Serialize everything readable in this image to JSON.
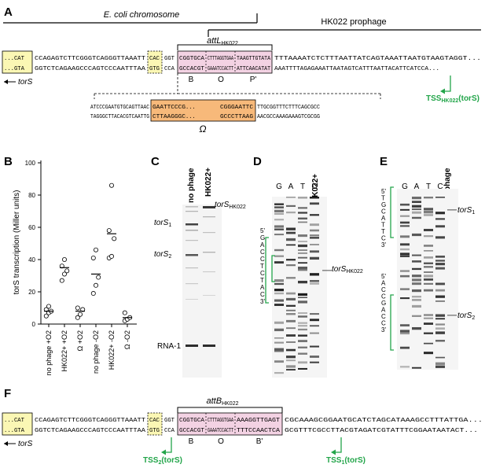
{
  "colors": {
    "yellow": "#fbf7b4",
    "pink": "#f3d2e3",
    "orange": "#f7b97a",
    "green": "#23a54a",
    "gel_band": "#2f2f2f"
  },
  "panelA": {
    "letter": "A",
    "ecoli_label": "E. coli chromosome",
    "prophage_label": "HK022 prophage",
    "att_label": "attL",
    "att_sub": "HK022",
    "top_left_yellow": "...CAT",
    "top_seq1": "CCAGAGTCTTCGGGTCAGGGTTAAATT",
    "top_cac": "CAC",
    "top_ggt": "GGT",
    "top_pink1": "CGGTGCA",
    "top_pink2": "CTTTAGGTGAA",
    "top_pink3": "TAAGTTGTATA",
    "top_tail": "TTTAAAATCTCTTTAATTATCAGTAAATTAATGTAAGTAGGT...",
    "bot_left_yellow": "...GTA",
    "bot_seq1": "GGTCTCAGAAGCCCAGTCCCAATTTAA",
    "bot_gtg": "GTG",
    "bot_cca": "CCA",
    "bot_pink1": "GCCACGT",
    "bot_pink2": "GAAATCCACTT",
    "bot_pink3": "ATTCAACATAT",
    "bot_tail": "AAATTTTAGAGAAATTAATAGTCATTTAATTACATTCATCCA...",
    "label_B": "B",
    "label_O": "O",
    "label_P": "P'",
    "gene_left": "torS",
    "tss_label": "TSS",
    "tss_sub": "HK022",
    "tss_gene": "(torS)",
    "omega_top_left": "ATCCCGAATGTGCAGTTAAC",
    "omega_top_orange1": "GAATTCCCG",
    "omega_top_orange2": "CGGGAATTC",
    "omega_top_right": "TTGCGGTTTCTTTCAGCGCC",
    "omega_bot_left": "TAGGGCTTACACGTCAATTG",
    "omega_bot_orange1": "CTTAAGGGC",
    "omega_bot_orange2": "GCCCTTAAG",
    "omega_bot_right": "AACGCCAAAGAAAGTCGCGG",
    "omega_ellipsis": "...",
    "omega_label": "Ω"
  },
  "panelB": {
    "letter": "B",
    "chart_data": {
      "type": "scatter",
      "ylabel": "torS transcription (Miller units)",
      "ylim": [
        0,
        100
      ],
      "yticks": [
        "0",
        "20",
        "40",
        "60",
        "80",
        "100"
      ],
      "categories": [
        "no phage +O2",
        "HK022+ +O2",
        "Ω +O2",
        "no phage -O2",
        "HK022+ -O2",
        "Ω -O2"
      ],
      "points": [
        [
          5,
          7,
          8,
          9,
          11
        ],
        [
          27,
          31,
          33,
          36,
          40
        ],
        [
          4,
          6,
          9,
          10
        ],
        [
          19,
          24,
          29,
          41,
          46
        ],
        [
          41,
          42,
          53,
          58,
          86
        ],
        [
          2,
          3,
          4,
          7
        ]
      ],
      "means": [
        8,
        35,
        8,
        31,
        56,
        4
      ]
    }
  },
  "panelC": {
    "letter": "C",
    "lane1": "no phage",
    "lane2": "HK022+",
    "band_torS1": "torS",
    "band_torS1_sub": "1",
    "band_torS2": "torS",
    "band_torS2_sub": "2",
    "band_hk": "torS",
    "band_hk_sub": "HK022",
    "band_rna": "RNA-1"
  },
  "panelD": {
    "letter": "D",
    "lanes": [
      "G",
      "A",
      "T",
      "C"
    ],
    "sample": "HK022+",
    "seq_read": [
      "5'",
      "G",
      "A",
      "C",
      "C",
      "T",
      "C",
      "T",
      "A",
      "C",
      "3'"
    ],
    "band": "torS",
    "band_sub": "HK022"
  },
  "panelE": {
    "letter": "E",
    "lanes": [
      "G",
      "A",
      "T",
      "C"
    ],
    "sample": "no phage",
    "seq_read1": [
      "5'",
      "T",
      "G",
      "C",
      "A",
      "T",
      "T",
      "C",
      "3'"
    ],
    "seq_read2": [
      "5'",
      "A",
      "C",
      "C",
      "G",
      "A",
      "C",
      "C",
      "3'"
    ],
    "band1": "torS",
    "band1_sub": "1",
    "band2": "torS",
    "band2_sub": "2"
  },
  "panelF": {
    "letter": "F",
    "att_label": "attB",
    "att_sub": "HK022",
    "top_left_yellow": "...CAT",
    "top_seq1": "CCAGAGTCTTCGGGTCAGGGTTAAATT",
    "top_cac": "CAC",
    "top_ggt": "GGT",
    "top_pink1": "CGGTGCA",
    "top_pink2": "CTTTAGGTGAA",
    "top_pink3": "AAAGGTTGAGT",
    "top_tail": "CGCAAAGCGGAATGCATCTAGCATAAAGCCTTTATTGA...",
    "bot_left_yellow": "...GTA",
    "bot_seq1": "GGTCTCAGAAGCCCAGTCCCAATTTAA",
    "bot_gtg": "GTG",
    "bot_cca": "CCA",
    "bot_pink1": "GCCACGT",
    "bot_pink2": "GAAATCCACTT",
    "bot_pink3": "TTTCCAACTCA",
    "bot_tail": "GCGTTTCGCCTTACGTAGATCGTATTTCGGAATAATACT...",
    "label_B": "B",
    "label_O": "O",
    "label_B2": "B'",
    "gene_left": "torS",
    "tss2": "TSS",
    "tss2_sub": "2",
    "tss2_gene": "(torS)",
    "tss1": "TSS",
    "tss1_sub": "1",
    "tss1_gene": "(torS)"
  }
}
